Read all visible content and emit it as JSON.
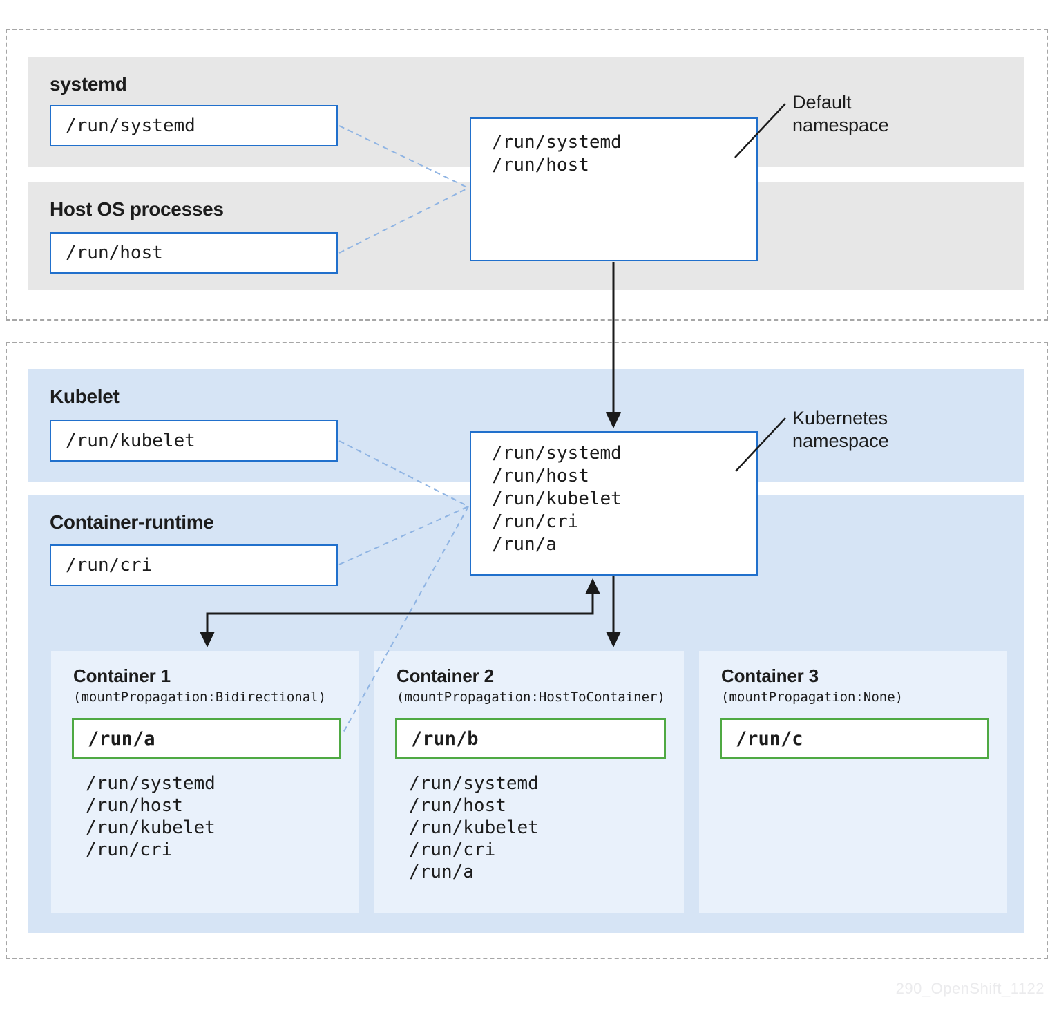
{
  "top_section": {
    "groups": [
      {
        "label": "systemd",
        "mount": "/run/systemd"
      },
      {
        "label": "Host OS processes",
        "mount": "/run/host"
      }
    ],
    "namespace": {
      "label": "Default\nnamespace",
      "mounts": [
        "/run/systemd",
        "/run/host"
      ]
    }
  },
  "bottom_section": {
    "groups": [
      {
        "label": "Kubelet",
        "mount": "/run/kubelet"
      },
      {
        "label": "Container-runtime",
        "mount": "/run/cri"
      }
    ],
    "namespace": {
      "label": "Kubernetes\nnamespace",
      "mounts": [
        "/run/systemd",
        "/run/host",
        "/run/kubelet",
        "/run/cri",
        "/run/a"
      ]
    },
    "containers": [
      {
        "title": "Container 1",
        "propagation": "(mountPropagation:Bidirectional)",
        "volume": "/run/a",
        "mounts": [
          "/run/systemd",
          "/run/host",
          "/run/kubelet",
          "/run/cri"
        ]
      },
      {
        "title": "Container 2",
        "propagation": "(mountPropagation:HostToContainer)",
        "volume": "/run/b",
        "mounts": [
          "/run/systemd",
          "/run/host",
          "/run/kubelet",
          "/run/cri",
          "/run/a"
        ]
      },
      {
        "title": "Container 3",
        "propagation": "(mountPropagation:None)",
        "volume": "/run/c",
        "mounts": []
      }
    ]
  },
  "watermark": "290_OpenShift_1122",
  "colors": {
    "box_border_blue": "#2170cc",
    "volume_border_green": "#4fa943",
    "band_gray": "#e7e7e7",
    "band_blue": "#d6e4f5",
    "panel_blue": "#e9f1fb",
    "dashed_link_blue": "#8fb4e3",
    "arrow_black": "#1a1a1a",
    "outer_dash_gray": "#a6a6a6"
  }
}
